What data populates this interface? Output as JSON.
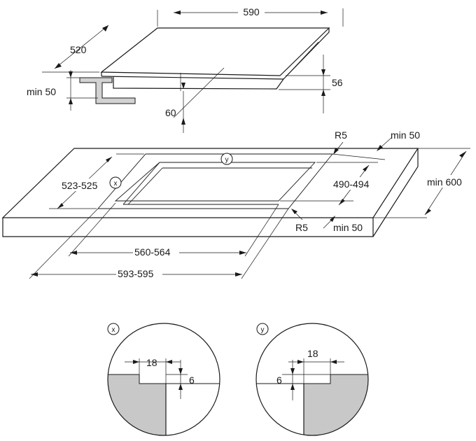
{
  "colors": {
    "line": "#1a1a1a",
    "bracket_fill": "#d2d2d2",
    "countertop_section_fill": "#c8c8c8",
    "background": "#ffffff"
  },
  "hob": {
    "width": "590",
    "depth": "520",
    "height": "56",
    "clearance_below": "60",
    "min_clearance_side": "min 50"
  },
  "cutout": {
    "corner_radius_top": "R5",
    "corner_radius_bottom": "R5",
    "min_back": "min 50",
    "min_front": "min 50",
    "counter_depth": "min 600",
    "inner_depth": "490-494",
    "outer_depth": "523-525",
    "inner_width": "560-564",
    "outer_width": "593-595",
    "marker_x": "x",
    "marker_y": "y"
  },
  "detail_x": {
    "marker": "x",
    "width": "18",
    "depth": "6"
  },
  "detail_y": {
    "marker": "y",
    "width": "18",
    "depth": "6"
  }
}
